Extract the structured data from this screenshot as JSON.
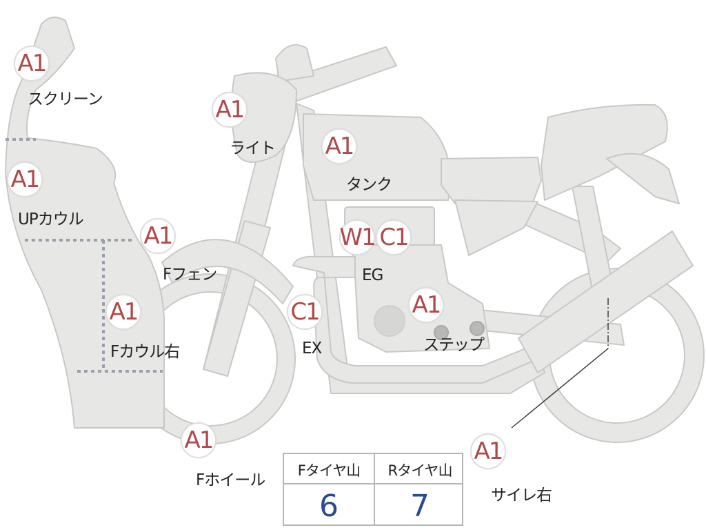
{
  "colors": {
    "grade_text": "#b04a4a",
    "value_text": "#2a4a90",
    "bike_fill": "#e7e7e5",
    "bike_stroke": "#c8c8c6",
    "dotted_line": "#9a9fa8"
  },
  "parts": [
    {
      "id": "screen",
      "grade": "A1",
      "label": "スクリーン"
    },
    {
      "id": "light",
      "grade": "A1",
      "label": "ライト"
    },
    {
      "id": "tank",
      "grade": "A1",
      "label": "タンク"
    },
    {
      "id": "up-cowl",
      "grade": "A1",
      "label": "UPカウル"
    },
    {
      "id": "f-fender",
      "grade": "A1",
      "label": "Fフェン"
    },
    {
      "id": "engine",
      "grades": [
        "W1",
        "C1"
      ],
      "label": "EG"
    },
    {
      "id": "f-cowl-right",
      "grade": "A1",
      "label": "Fカウル右"
    },
    {
      "id": "exhaust",
      "grade": "C1",
      "label": "EX"
    },
    {
      "id": "step",
      "grade": "A1",
      "label": "ステップ"
    },
    {
      "id": "f-wheel",
      "grade": "A1",
      "label": "Fホイール"
    },
    {
      "id": "muffler-right",
      "grade": "A1",
      "label": "サイレ右"
    }
  ],
  "tire_tread": {
    "headers": [
      "Fタイヤ山",
      "Rタイヤ山"
    ],
    "values": [
      "6",
      "7"
    ]
  }
}
